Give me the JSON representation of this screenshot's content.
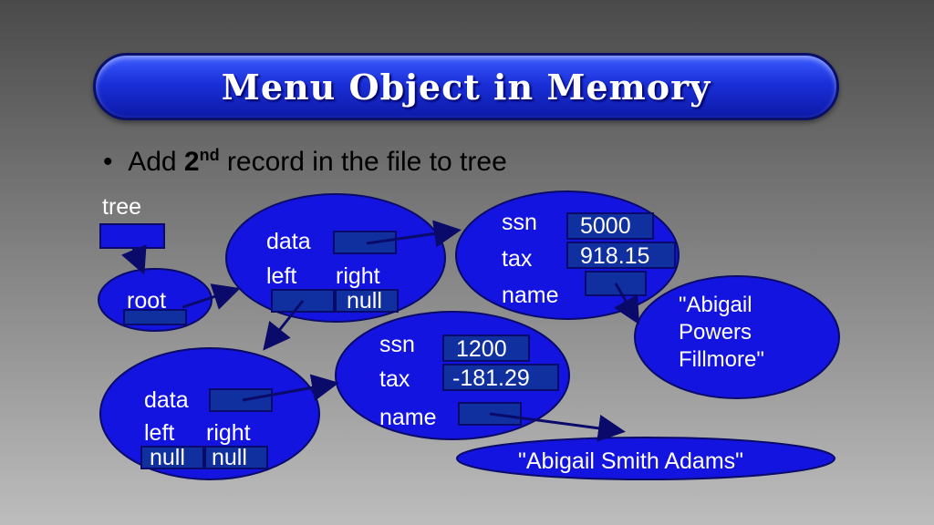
{
  "title": "Menu Object in Memory",
  "bullet": {
    "prefix": "Add ",
    "ordinal_num": "2",
    "ordinal_suffix": "nd",
    "rest": " record in the file to tree"
  },
  "labels": {
    "tree": "tree",
    "root": "root",
    "data": "data",
    "left": "left",
    "right": "right",
    "null": "null",
    "ssn": "ssn",
    "tax": "tax",
    "name": "name"
  },
  "records": [
    {
      "ssn": "5000",
      "tax": "918.15",
      "name_lines": [
        "\"Abigail",
        "Powers",
        "Fillmore\""
      ]
    },
    {
      "ssn": "1200",
      "tax": "-181.29",
      "name": "\"Abigail Smith Adams\""
    }
  ],
  "colors": {
    "node_fill": "#1414e0",
    "field_fill": "#1030a0",
    "title_bar": "#1a2fd8",
    "arrow": "#0a0a6a"
  }
}
